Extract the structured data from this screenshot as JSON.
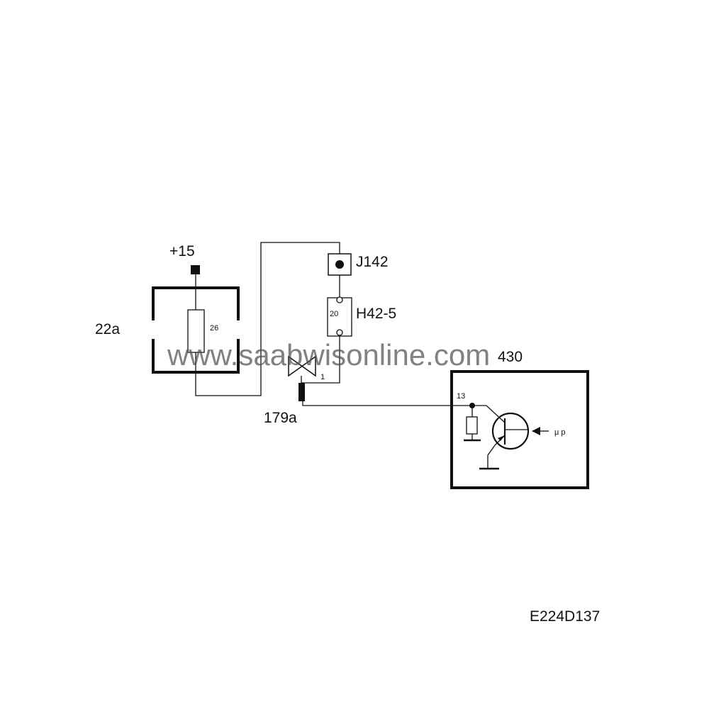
{
  "labels": {
    "supply": "+15",
    "fuse_box": "22a",
    "fuse_number": "26",
    "connector_j": "J142",
    "connector_h": "H42-5",
    "connector_h_pin": "20",
    "valve_pin": "1",
    "valve": "179a",
    "control_unit": "430",
    "control_unit_pin": "13",
    "microprocessor": "µ p",
    "diagram_code": "E224D137"
  },
  "watermark": "www.saabwisonline.com"
}
